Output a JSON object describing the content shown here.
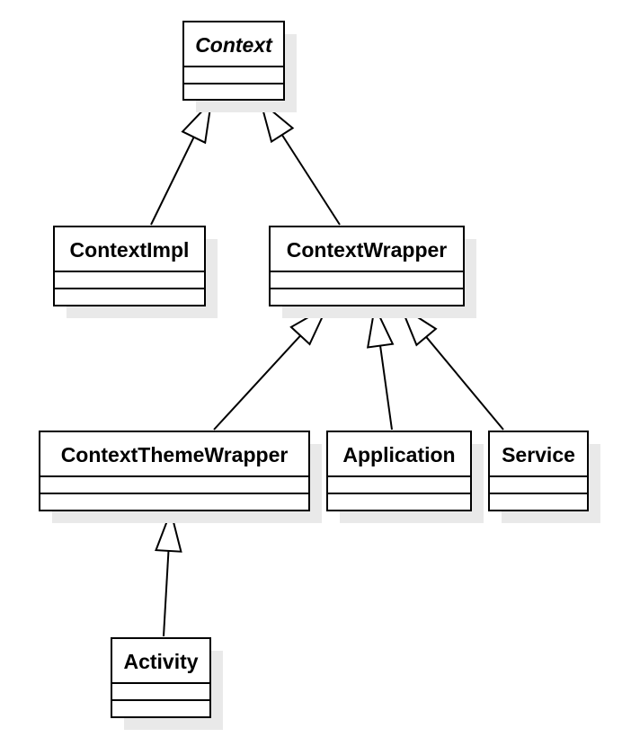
{
  "classes": [
    {
      "id": "context",
      "name": "Context",
      "abstract": true
    },
    {
      "id": "contextimpl",
      "name": "ContextImpl",
      "abstract": false
    },
    {
      "id": "contextwrapper",
      "name": "ContextWrapper",
      "abstract": false
    },
    {
      "id": "contextthemewrapper",
      "name": "ContextThemeWrapper",
      "abstract": false
    },
    {
      "id": "application",
      "name": "Application",
      "abstract": false
    },
    {
      "id": "service",
      "name": "Service",
      "abstract": false
    },
    {
      "id": "activity",
      "name": "Activity",
      "abstract": false
    }
  ],
  "relations": [
    {
      "type": "generalization",
      "from": "contextimpl",
      "to": "context"
    },
    {
      "type": "generalization",
      "from": "contextwrapper",
      "to": "context"
    },
    {
      "type": "generalization",
      "from": "contextthemewrapper",
      "to": "contextwrapper"
    },
    {
      "type": "generalization",
      "from": "application",
      "to": "contextwrapper"
    },
    {
      "type": "generalization",
      "from": "service",
      "to": "contextwrapper"
    },
    {
      "type": "generalization",
      "from": "activity",
      "to": "contextthemewrapper"
    }
  ],
  "colors": {
    "stroke": "#000000",
    "fill": "#ffffff",
    "shadow": "#e9e9e9"
  }
}
